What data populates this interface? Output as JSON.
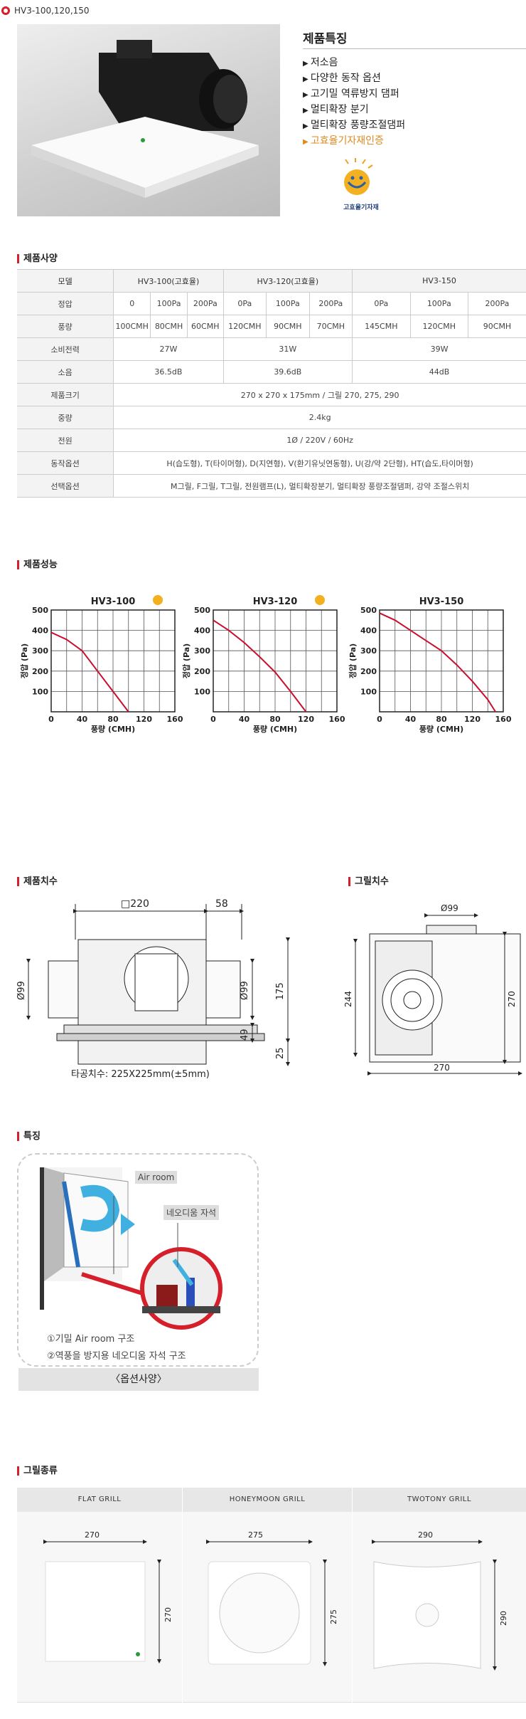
{
  "page_header": {
    "title": "HV3-100,120,150"
  },
  "features": {
    "title": "제품특징",
    "items": [
      "저소음",
      "다양한 동작 옵션",
      "고기밀 역류방지 댐퍼",
      "멀티확장 분기",
      "멀티확장 풍량조절댐퍼"
    ],
    "highlight": "고효율기자재인증",
    "logo_text": "고효율기자재",
    "highlight_color": "#e08a1e"
  },
  "spec": {
    "title": "제품사양",
    "model_label": "모델",
    "models": [
      "HV3-100(고효율)",
      "HV3-120(고효율)",
      "HV3-150"
    ],
    "static_label": "정압",
    "static": [
      "0",
      "100Pa",
      "200Pa",
      "0Pa",
      "100Pa",
      "200Pa",
      "0Pa",
      "100Pa",
      "200Pa"
    ],
    "flow_label": "풍량",
    "flow": [
      "100CMH",
      "80CMH",
      "60CMH",
      "120CMH",
      "90CMH",
      "70CMH",
      "145CMH",
      "120CMH",
      "90CMH"
    ],
    "power_label": "소비전력",
    "power": [
      "27W",
      "31W",
      "39W"
    ],
    "noise_label": "소음",
    "noise": [
      "36.5dB",
      "39.6dB",
      "44dB"
    ],
    "size_label": "제품크기",
    "size": "270 x 270 x 175mm / 그릴 270, 275, 290",
    "weight_label": "중량",
    "weight": "2.4kg",
    "elec_label": "전원",
    "elec": "1Ø / 220V / 60Hz",
    "op_label": "동작옵션",
    "op": "H(습도형), T(타이머형), D(지연형), V(환기유닛연동형), U(강/약 2단형), HT(습도,타이머형)",
    "sel_label": "선택옵션",
    "sel": "M그릴, F그릴, T그릴, 전원램프(L), 멀티확장분기, 멀티확장 풍량조절댐퍼, 강약 조절스위치"
  },
  "performance": {
    "title": "제품성능"
  },
  "chart_data": [
    {
      "type": "line",
      "title": "HV3-100",
      "xlabel": "풍량 (CMH)",
      "ylabel": "정압 (Pa)",
      "xlim": [
        0,
        160
      ],
      "ylim": [
        0,
        500
      ],
      "xticks": [
        "0",
        "40",
        "80",
        "120",
        "160"
      ],
      "yticks": [
        "100",
        "200",
        "300",
        "400",
        "500"
      ],
      "grid": true,
      "series": [
        {
          "x": [
            0,
            20,
            40,
            60,
            80,
            100
          ],
          "y": [
            390,
            355,
            300,
            200,
            100,
            0
          ]
        }
      ],
      "logo": true
    },
    {
      "type": "line",
      "title": "HV3-120",
      "xlabel": "풍량 (CMH)",
      "ylabel": "정압 (Pa)",
      "xlim": [
        0,
        160
      ],
      "ylim": [
        0,
        500
      ],
      "xticks": [
        "0",
        "40",
        "80",
        "120",
        "160"
      ],
      "yticks": [
        "100",
        "200",
        "300",
        "400",
        "500"
      ],
      "grid": true,
      "series": [
        {
          "x": [
            0,
            20,
            40,
            60,
            80,
            100,
            120
          ],
          "y": [
            450,
            400,
            340,
            270,
            195,
            100,
            0
          ]
        }
      ],
      "logo": true
    },
    {
      "type": "line",
      "title": "HV3-150",
      "xlabel": "풍량 (CMH)",
      "ylabel": "정압 (Pa)",
      "xlim": [
        0,
        160
      ],
      "ylim": [
        0,
        500
      ],
      "xticks": [
        "0",
        "40",
        "80",
        "120",
        "160"
      ],
      "yticks": [
        "100",
        "200",
        "300",
        "400",
        "500"
      ],
      "grid": true,
      "series": [
        {
          "x": [
            0,
            20,
            40,
            60,
            80,
            100,
            120,
            140,
            150
          ],
          "y": [
            485,
            450,
            400,
            350,
            300,
            230,
            150,
            60,
            0
          ]
        }
      ],
      "logo": false
    }
  ],
  "dimensions": {
    "title": "제품치수",
    "grill_title": "그릴치수",
    "d_220": "□220",
    "d_58": "58",
    "d_99": "Ø99",
    "d_99b": "Ø99",
    "d_175": "175",
    "d_49": "49",
    "d_25": "25",
    "cut_note": "타공치수: 225X225mm(±5mm)",
    "g_99": "Ø99",
    "g_244": "244",
    "g_270h": "270",
    "g_270w": "270"
  },
  "special": {
    "title": "특징",
    "air_room": "Air room",
    "magnet": "네오디움 자석",
    "note1": "①기밀 Air room 구조",
    "note2": "②역풍을 방지용 네오디움 자석 구조",
    "option": "〈옵션사양〉"
  },
  "grills": {
    "title": "그릴종류",
    "items": [
      {
        "name": "FLAT GRILL",
        "w": "270",
        "h": "270"
      },
      {
        "name": "HONEYMOON GRILL",
        "w": "275",
        "h": "275"
      },
      {
        "name": "TWOTONY GRILL",
        "w": "290",
        "h": "290"
      }
    ]
  }
}
